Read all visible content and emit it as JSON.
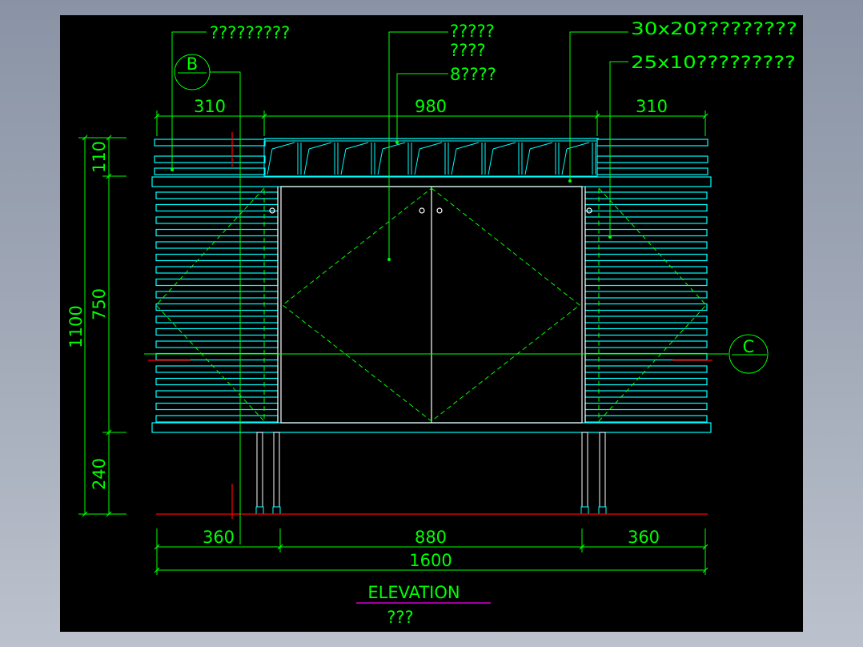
{
  "colors": {
    "background": "#000000",
    "dimension": "#00ff00",
    "cabinet": "#00ffff",
    "door": "#ffffff",
    "section_line": "#ff0000",
    "title_underline": "#ff00ff"
  },
  "callouts": {
    "top_left": "?????????",
    "top_mid_1": "?????",
    "top_mid_2": "????",
    "top_mid_3": "8????",
    "top_right_1": "30x20?????????",
    "top_right_2": "25x10?????????"
  },
  "section_marks": {
    "left": "B",
    "right": "C"
  },
  "dimensions": {
    "top": [
      "310",
      "980",
      "310"
    ],
    "bottom": [
      "360",
      "880",
      "360"
    ],
    "overall_width": "1600",
    "overall_height": "1100",
    "vertical": [
      "110",
      "750",
      "240"
    ]
  },
  "title": {
    "main": "ELEVATION",
    "sub": "???"
  }
}
